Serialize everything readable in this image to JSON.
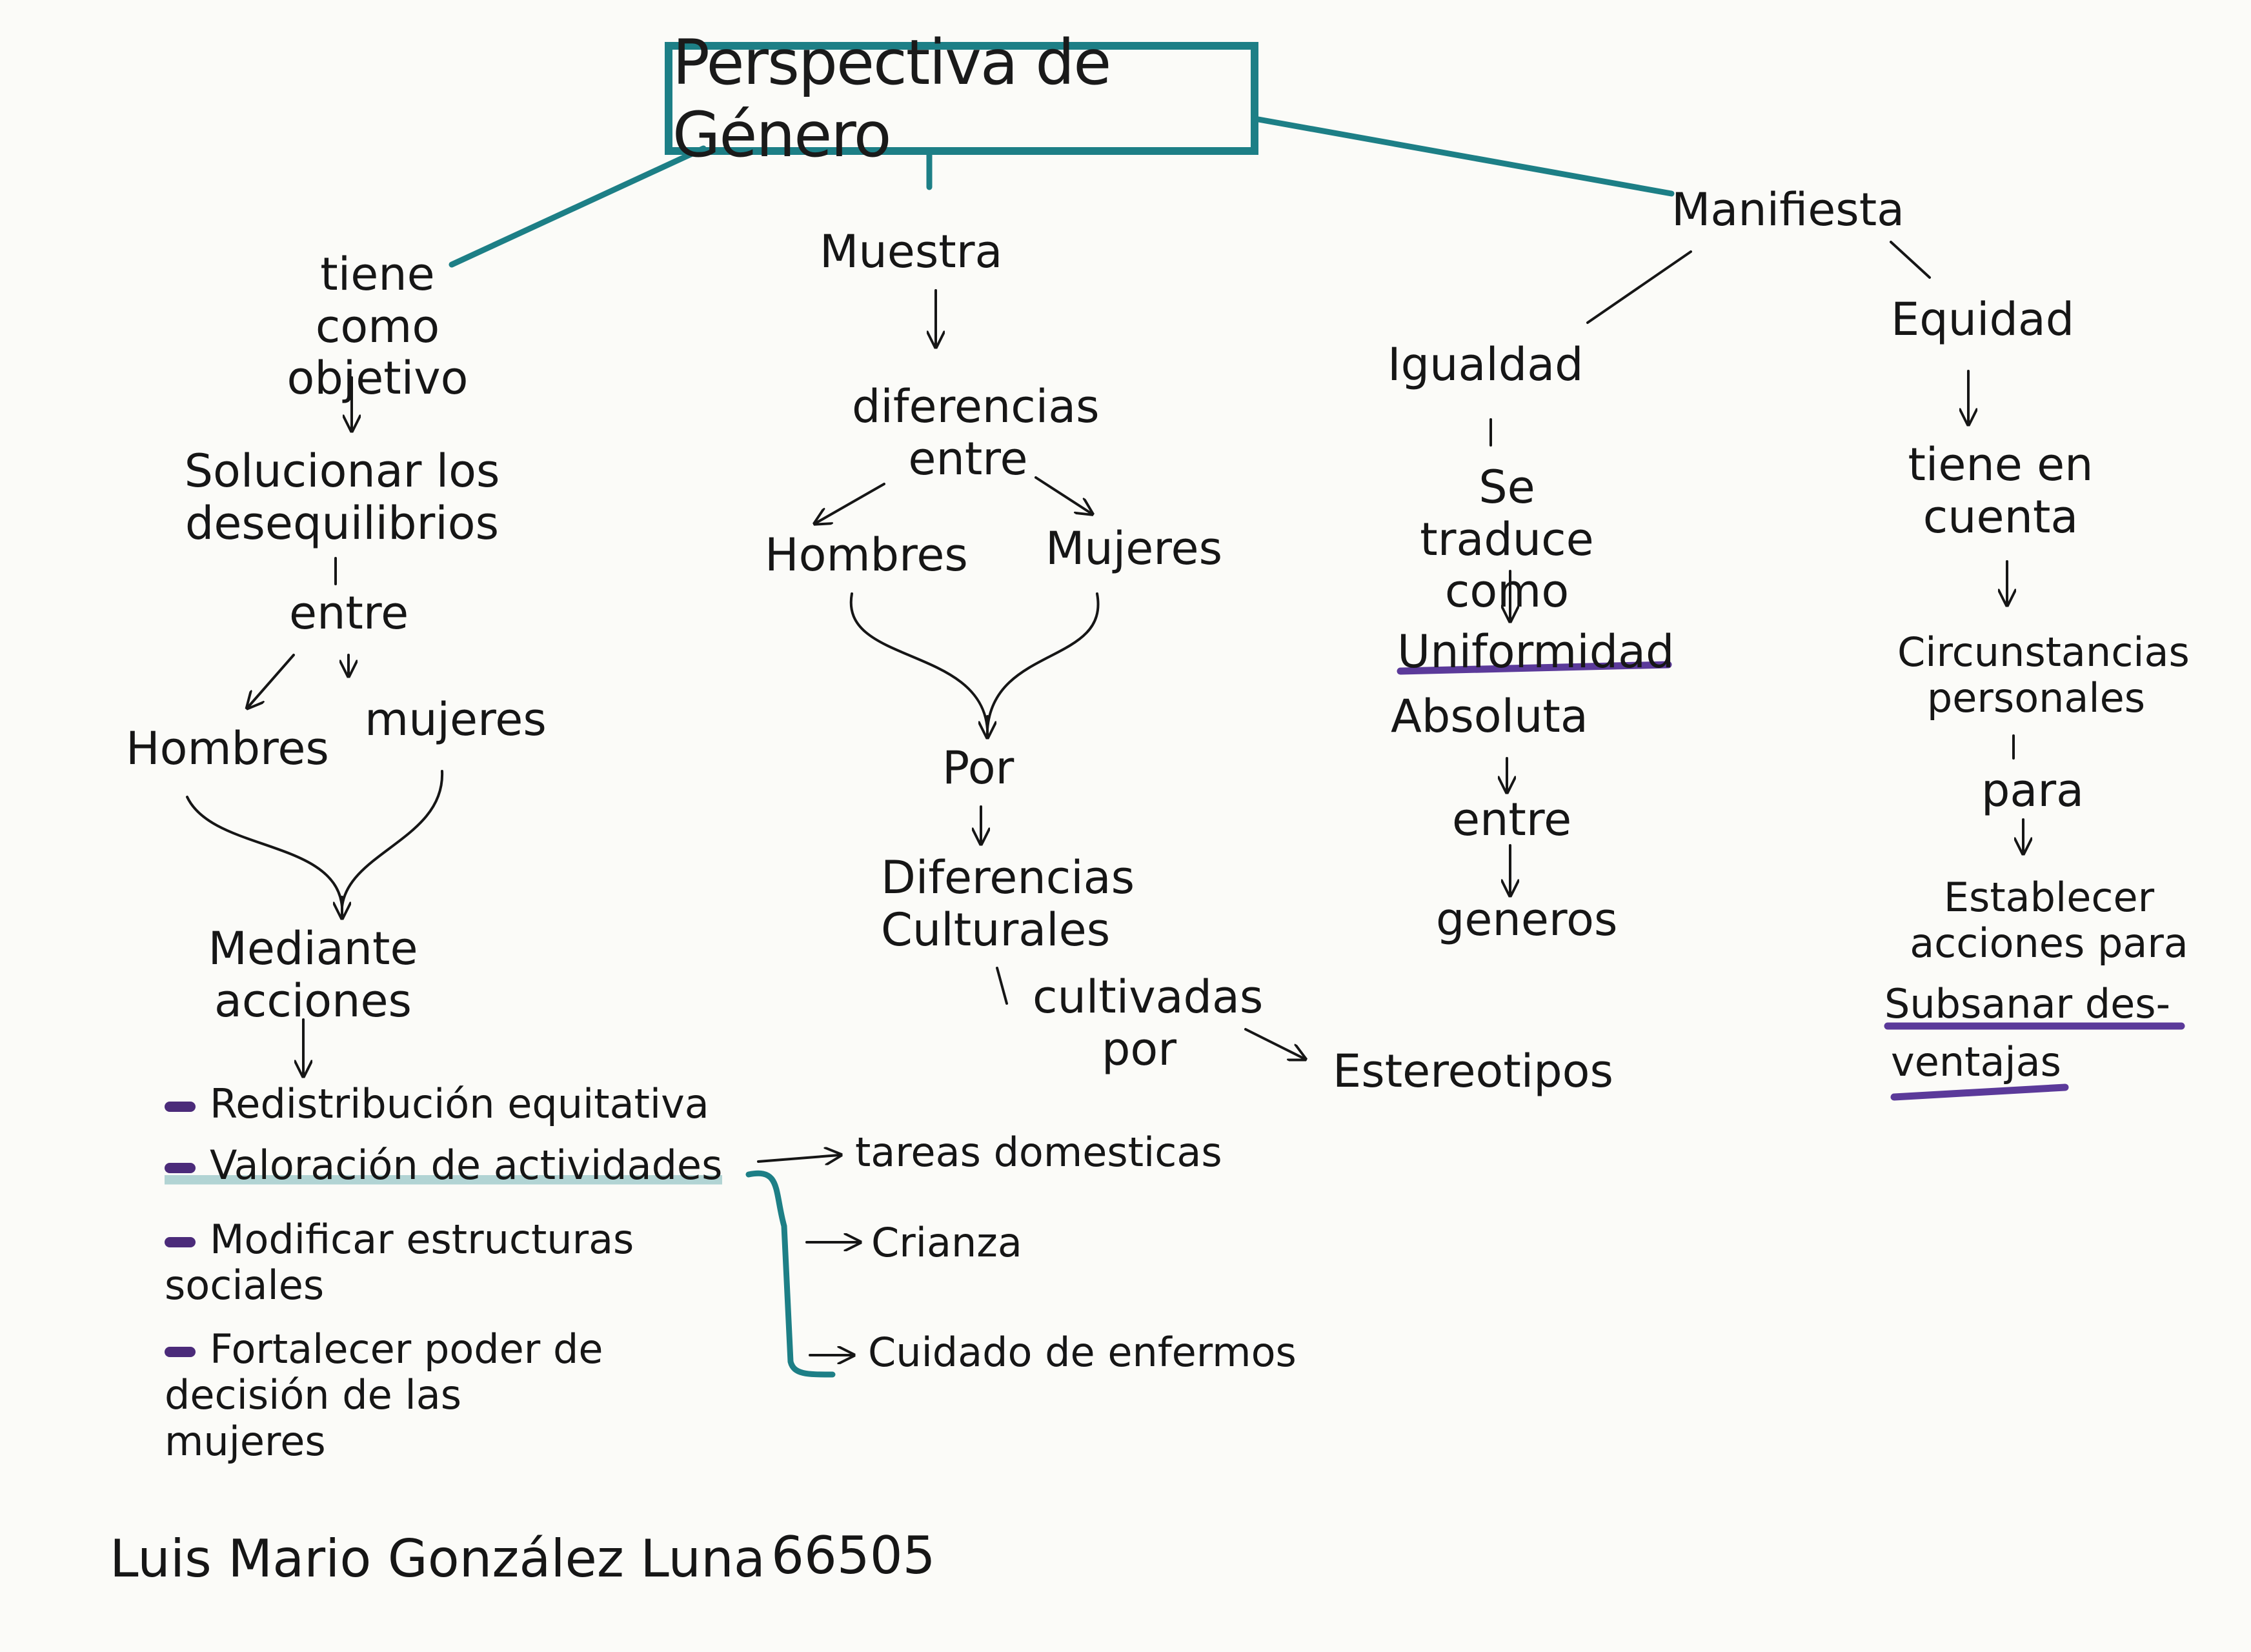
{
  "title": "Perspectiva de Género",
  "colors": {
    "accent": "#1d7f86",
    "marker": "#5b3a9a",
    "ink": "#161616"
  },
  "branches": {
    "left": {
      "link": "tiene como objetivo",
      "goal": "Solucionar los desequilibrios",
      "entre": "entre",
      "hombres": "Hombres",
      "mujeres": "mujeres",
      "mediante": "Mediante acciones",
      "acciones": [
        "Redistribución equitativa",
        "Valoración de actividades",
        "Modificar estructuras sociales",
        "Fortalecer poder de decisión de las mujeres"
      ],
      "actividades": [
        "tareas domesticas",
        "Crianza",
        "Cuidado de enfermos"
      ]
    },
    "center": {
      "link": "Muestra",
      "diferencias": "diferencias entre",
      "hombres": "Hombres",
      "mujeres": "Mujeres",
      "por": "Por",
      "culturales": "Diferencias Culturales",
      "cultivadas": "cultivadas por",
      "estereotipos": "Estereotipos"
    },
    "right": {
      "link": "Manifiesta",
      "igualdad": {
        "head": "Igualdad",
        "traduce": "Se traduce como",
        "uniformidad": "Uniformidad",
        "absoluta": "Absoluta",
        "entre": "entre",
        "generos": "generos"
      },
      "equidad": {
        "head": "Equidad",
        "tiene": "tiene en cuenta",
        "circunstancias": "Circunstancias personales",
        "para": "para",
        "establecer": "Establecer acciones para",
        "subsanar": "Subsanar des-",
        "ventajas": "ventajas"
      }
    }
  },
  "author": {
    "name": "Luis Mario González Luna",
    "id": "66505"
  }
}
